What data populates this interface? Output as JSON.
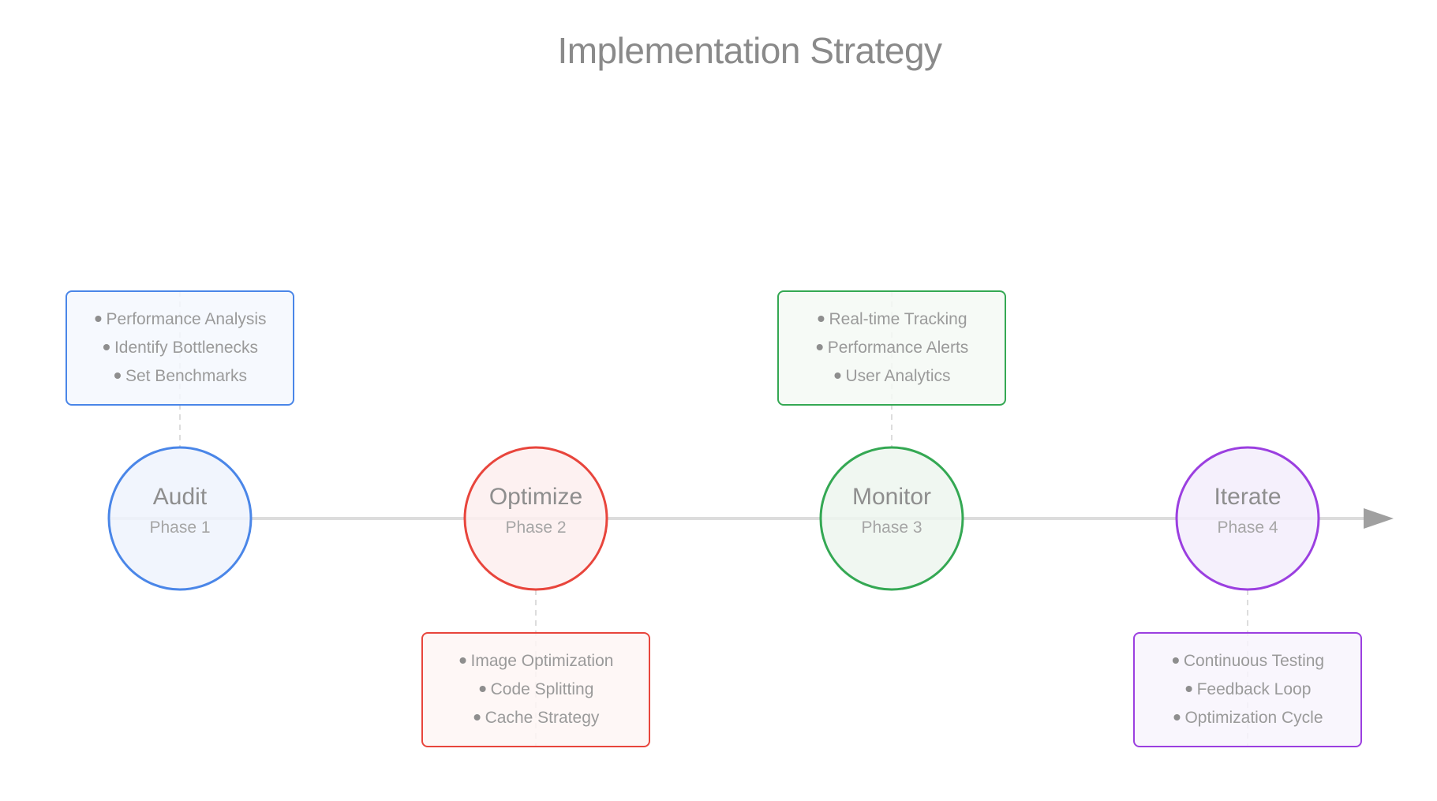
{
  "title": "Implementation Strategy",
  "phases": [
    {
      "name": "Audit",
      "label": "Phase 1",
      "color": "#4a86e8",
      "fill": "#eef3fd",
      "box_fill": "#f5f8fe",
      "box_side": "top",
      "items": [
        "Performance Analysis",
        "Identify Bottlenecks",
        "Set Benchmarks"
      ]
    },
    {
      "name": "Optimize",
      "label": "Phase 2",
      "color": "#e8453c",
      "fill": "#fdeeee",
      "box_fill": "#fef6f5",
      "box_side": "bottom",
      "items": [
        "Image Optimization",
        "Code Splitting",
        "Cache Strategy"
      ]
    },
    {
      "name": "Monitor",
      "label": "Phase 3",
      "color": "#34a853",
      "fill": "#edf6ef",
      "box_fill": "#f4f9f5",
      "box_side": "top",
      "items": [
        "Real-time Tracking",
        "Performance Alerts",
        "User Analytics"
      ]
    },
    {
      "name": "Iterate",
      "label": "Phase 4",
      "color": "#9b3fe0",
      "fill": "#f3edfc",
      "box_fill": "#f8f5fd",
      "box_side": "bottom",
      "items": [
        "Continuous Testing",
        "Feedback Loop",
        "Optimization Cycle"
      ]
    }
  ],
  "colors": {
    "timeline": "#dcdcdc",
    "arrow": "#a0a0a0",
    "connector": "#dddddd",
    "bullet": "#8e8e8e"
  }
}
